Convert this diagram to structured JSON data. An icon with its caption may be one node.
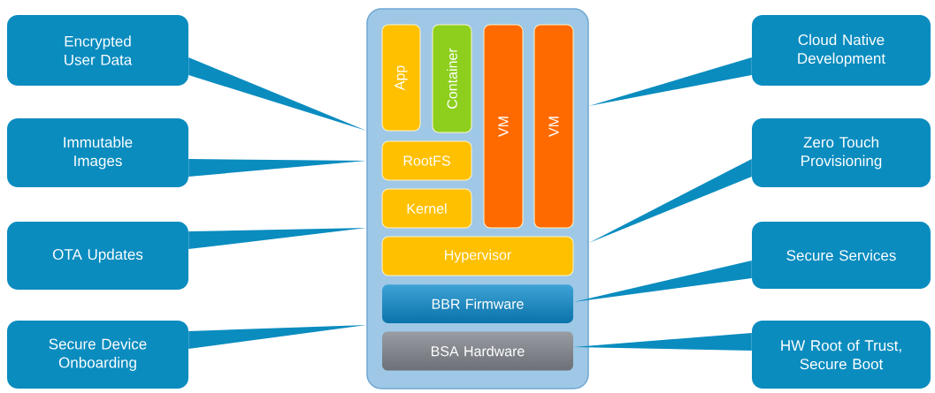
{
  "diagram": {
    "nodes": [
      {
        "text": [
          "Encrypted User Data"
        ]
      },
      {
        "text": [
          "Immutable Images"
        ]
      },
      {
        "text": [
          "OTA Updates"
        ]
      },
      {
        "text": [
          "Secure Device Onboarding"
        ]
      },
      {
        "text": [],
        "shape": "box"
      },
      {
        "text": [
          "App"
        ],
        "in": 4
      },
      {
        "text": [
          "Container"
        ],
        "in": 4
      },
      {
        "text": [
          "VM"
        ],
        "in": 4
      },
      {
        "text": [
          "VM"
        ],
        "in": 4
      },
      {
        "text": [
          "RootFS"
        ],
        "in": 4
      },
      {
        "text": [
          "Kernel"
        ],
        "in": 4
      },
      {
        "text": [
          "Hypervisor"
        ],
        "in": 4
      },
      {
        "text": [
          "BBR Firmware"
        ],
        "in": 4
      },
      {
        "text": [
          "BSA Hardware"
        ],
        "in": 4
      },
      {
        "text": [
          "Cloud Native Development"
        ]
      },
      {
        "text": [
          "Zero Touch Provisioning"
        ]
      },
      {
        "text": [
          "Secure Services"
        ]
      },
      {
        "text": [
          "HW Root of Trust, Secure Boot"
        ]
      }
    ],
    "edges": [
      {
        "from": 0,
        "to": 4,
        "arrow": "none"
      },
      {
        "from": 1,
        "to": 4,
        "arrow": "none"
      },
      {
        "from": 2,
        "to": 4,
        "arrow": "none"
      },
      {
        "from": 3,
        "to": 4,
        "arrow": "none"
      },
      {
        "from": 14,
        "to": 4,
        "arrow": "none"
      },
      {
        "from": 15,
        "to": 4,
        "arrow": "none"
      },
      {
        "from": 16,
        "to": 12,
        "arrow": "none"
      },
      {
        "from": 17,
        "to": 13,
        "arrow": "none"
      }
    ]
  }
}
